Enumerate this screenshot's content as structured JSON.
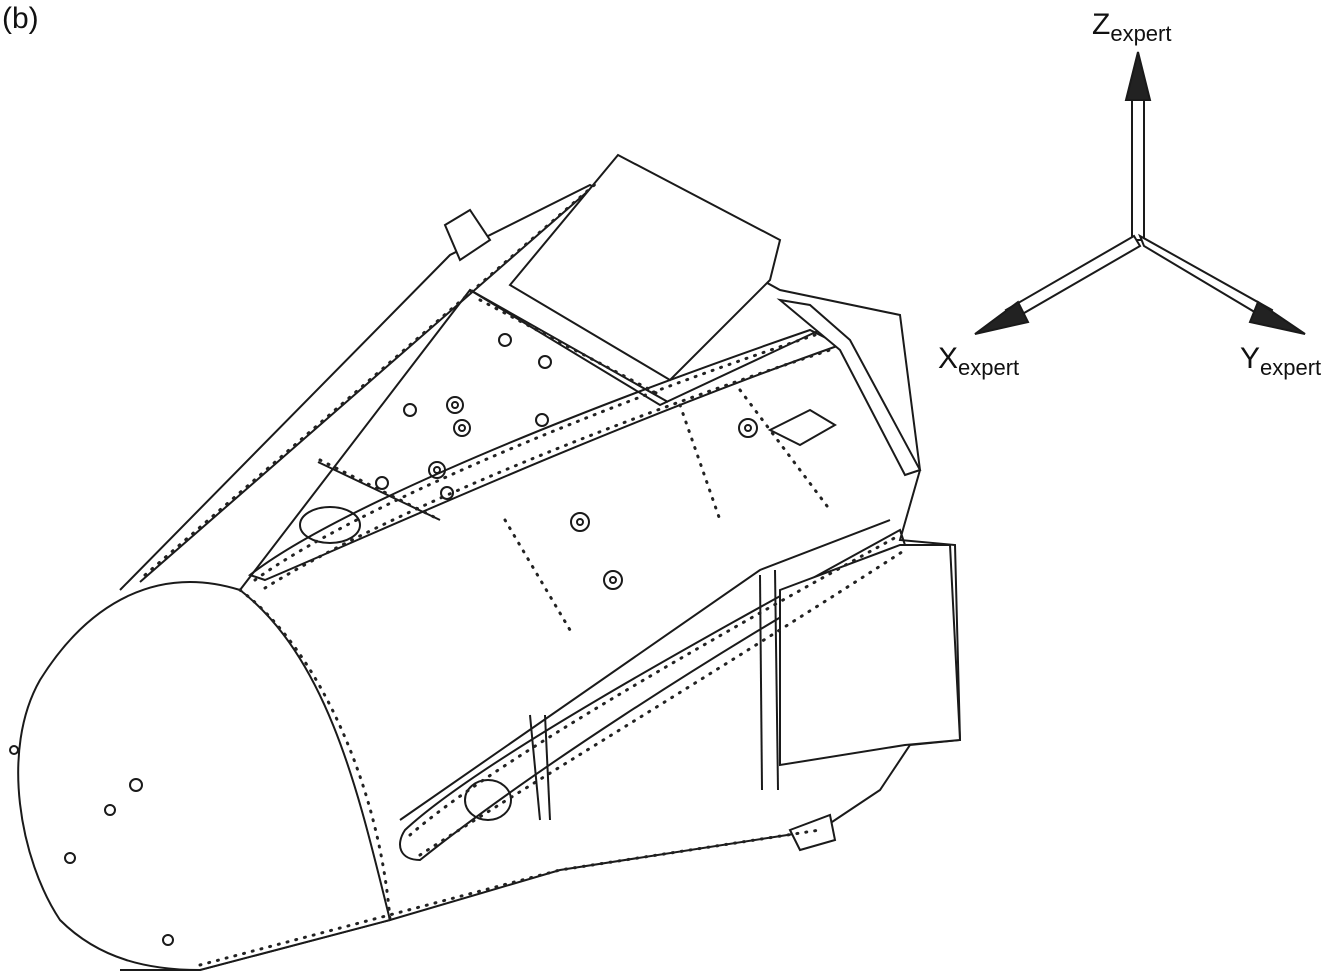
{
  "figure": {
    "panel_label": "(b)",
    "axes": {
      "z": {
        "letter": "Z",
        "subscript": "expert"
      },
      "x": {
        "letter": "X",
        "subscript": "expert"
      },
      "y": {
        "letter": "Y",
        "subscript": "expert"
      }
    }
  },
  "colors": {
    "line": "#1a1a1a",
    "background": "#ffffff",
    "arrow_fill": "#222222"
  }
}
